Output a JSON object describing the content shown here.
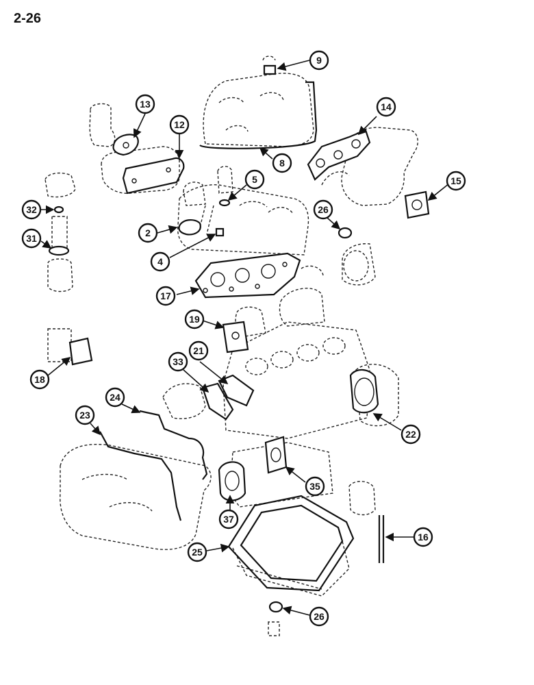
{
  "page_number": "2-26",
  "callouts": [
    {
      "id": "c9",
      "label": "9"
    },
    {
      "id": "c13",
      "label": "13"
    },
    {
      "id": "c12",
      "label": "12"
    },
    {
      "id": "c14",
      "label": "14"
    },
    {
      "id": "c8",
      "label": "8"
    },
    {
      "id": "c5",
      "label": "5"
    },
    {
      "id": "c15",
      "label": "15"
    },
    {
      "id": "c32",
      "label": "32"
    },
    {
      "id": "c26a",
      "label": "26"
    },
    {
      "id": "c2",
      "label": "2"
    },
    {
      "id": "c31",
      "label": "31"
    },
    {
      "id": "c4",
      "label": "4"
    },
    {
      "id": "c17",
      "label": "17"
    },
    {
      "id": "c19",
      "label": "19"
    },
    {
      "id": "c21",
      "label": "21"
    },
    {
      "id": "c33",
      "label": "33"
    },
    {
      "id": "c18",
      "label": "18"
    },
    {
      "id": "c24",
      "label": "24"
    },
    {
      "id": "c23",
      "label": "23"
    },
    {
      "id": "c22",
      "label": "22"
    },
    {
      "id": "c35",
      "label": "35"
    },
    {
      "id": "c37",
      "label": "37"
    },
    {
      "id": "c16",
      "label": "16"
    },
    {
      "id": "c25",
      "label": "25"
    },
    {
      "id": "c26b",
      "label": "26"
    }
  ]
}
